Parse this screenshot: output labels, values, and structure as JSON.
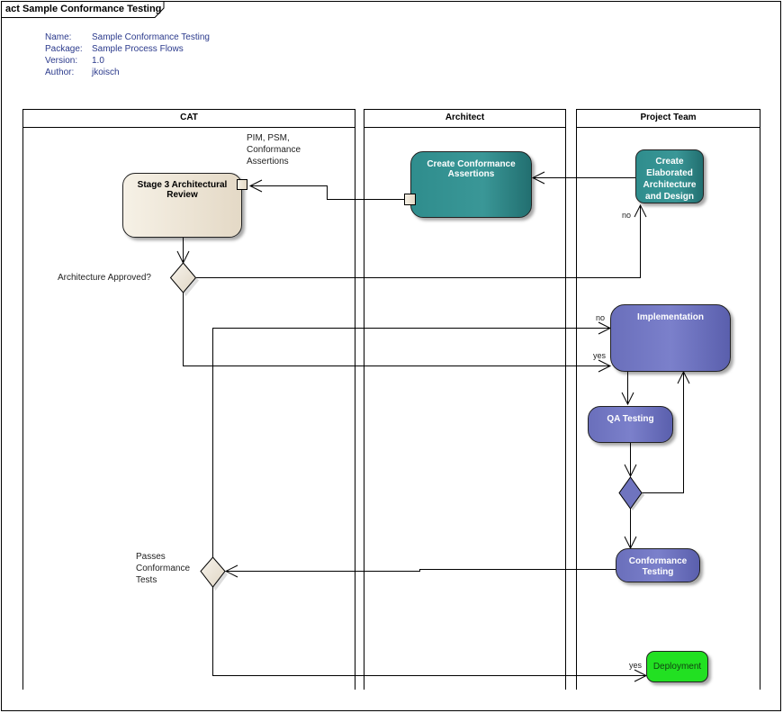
{
  "diagram": {
    "title": "act Sample Conformance Testing",
    "metadata": [
      {
        "key": "Name:",
        "value": "Sample Conformance Testing"
      },
      {
        "key": "Package:",
        "value": "Sample Process Flows"
      },
      {
        "key": "Version:",
        "value": "1.0"
      },
      {
        "key": "Author:",
        "value": "jkoisch"
      }
    ],
    "lanes": [
      {
        "name": "CAT"
      },
      {
        "name": "Architect"
      },
      {
        "name": "Project Team"
      }
    ],
    "colors": {
      "cat_node": "#f3ece0",
      "teal_node": "#2e8a8a",
      "purple_node": "#6f74bf",
      "deployment_node": "#22e022",
      "decision": "#eee7dc",
      "metadata_text": "#2b3a8c"
    },
    "nodes": {
      "stage3": "Stage 3 Architectural Review",
      "create_assertions": "Create Conformance Assertions",
      "create_elaborated": "Create Elaborated Architecture and Design",
      "implementation": "Implementation",
      "qa_testing": "QA Testing",
      "conformance_testing": "Conformance Testing",
      "deployment": "Deployment"
    },
    "labels": {
      "pin_label_1": "PIM, PSM,",
      "pin_label_2": "Conformance",
      "pin_label_3": "Assertions",
      "arch_approved": "Architecture Approved?",
      "passes_1": "Passes",
      "passes_2": "Conformance",
      "passes_3": "Tests",
      "guard_no_1": "no",
      "guard_no_2": "no",
      "guard_yes_1": "yes",
      "guard_yes_2": "yes"
    }
  }
}
